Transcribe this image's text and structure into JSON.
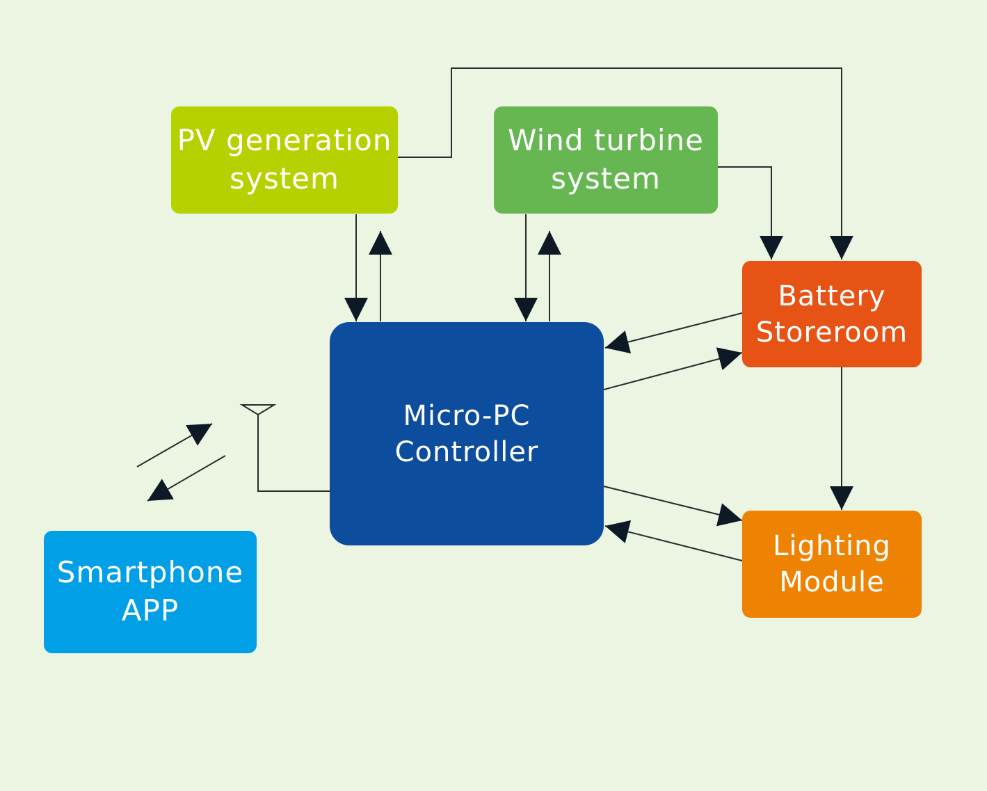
{
  "nodes": {
    "pv": {
      "line1": "PV generation",
      "line2": "system",
      "color": "#b5d200"
    },
    "wind": {
      "line1": "Wind turbine",
      "line2": "system",
      "color": "#66b752"
    },
    "battery": {
      "line1": "Battery",
      "line2": "Storeroom",
      "color": "#e75314"
    },
    "controller": {
      "line1": "Micro-PC",
      "line2": "Controller",
      "color": "#0d4d9d"
    },
    "lighting": {
      "line1": "Lighting",
      "line2": "Module",
      "color": "#ee8203"
    },
    "smartphone": {
      "line1": "Smartphone",
      "line2": "APP",
      "color": "#019fe6"
    }
  },
  "edges": [
    {
      "from": "pv",
      "to": "controller"
    },
    {
      "from": "controller",
      "to": "pv"
    },
    {
      "from": "wind",
      "to": "controller"
    },
    {
      "from": "controller",
      "to": "wind"
    },
    {
      "from": "pv",
      "to": "battery"
    },
    {
      "from": "wind",
      "to": "battery"
    },
    {
      "from": "battery",
      "to": "controller"
    },
    {
      "from": "controller",
      "to": "battery"
    },
    {
      "from": "controller",
      "to": "lighting"
    },
    {
      "from": "lighting",
      "to": "controller"
    },
    {
      "from": "battery",
      "to": "lighting"
    },
    {
      "from": "controller",
      "to": "smartphone",
      "via": "antenna"
    },
    {
      "from": "smartphone",
      "to": "controller",
      "via": "antenna"
    }
  ],
  "colors": {
    "background": "#ecf4e2",
    "line": "#2b2b2b",
    "arrowhead": "#0d1a26"
  }
}
